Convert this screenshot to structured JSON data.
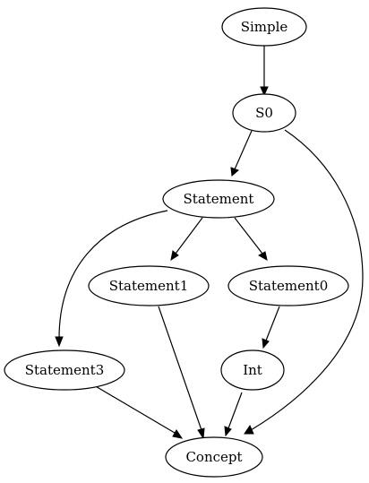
{
  "graph": {
    "nodes": {
      "simple": "Simple",
      "s0": "S0",
      "statement": "Statement",
      "statement1": "Statement1",
      "statement0": "Statement0",
      "statement3": "Statement3",
      "int": "Int",
      "concept": "Concept"
    },
    "edges": [
      {
        "from": "Simple",
        "to": "S0"
      },
      {
        "from": "S0",
        "to": "Statement"
      },
      {
        "from": "S0",
        "to": "Concept"
      },
      {
        "from": "Statement",
        "to": "Statement1"
      },
      {
        "from": "Statement",
        "to": "Statement0"
      },
      {
        "from": "Statement",
        "to": "Statement3"
      },
      {
        "from": "Statement1",
        "to": "Concept"
      },
      {
        "from": "Statement0",
        "to": "Int"
      },
      {
        "from": "Statement3",
        "to": "Concept"
      },
      {
        "from": "Int",
        "to": "Concept"
      }
    ]
  }
}
